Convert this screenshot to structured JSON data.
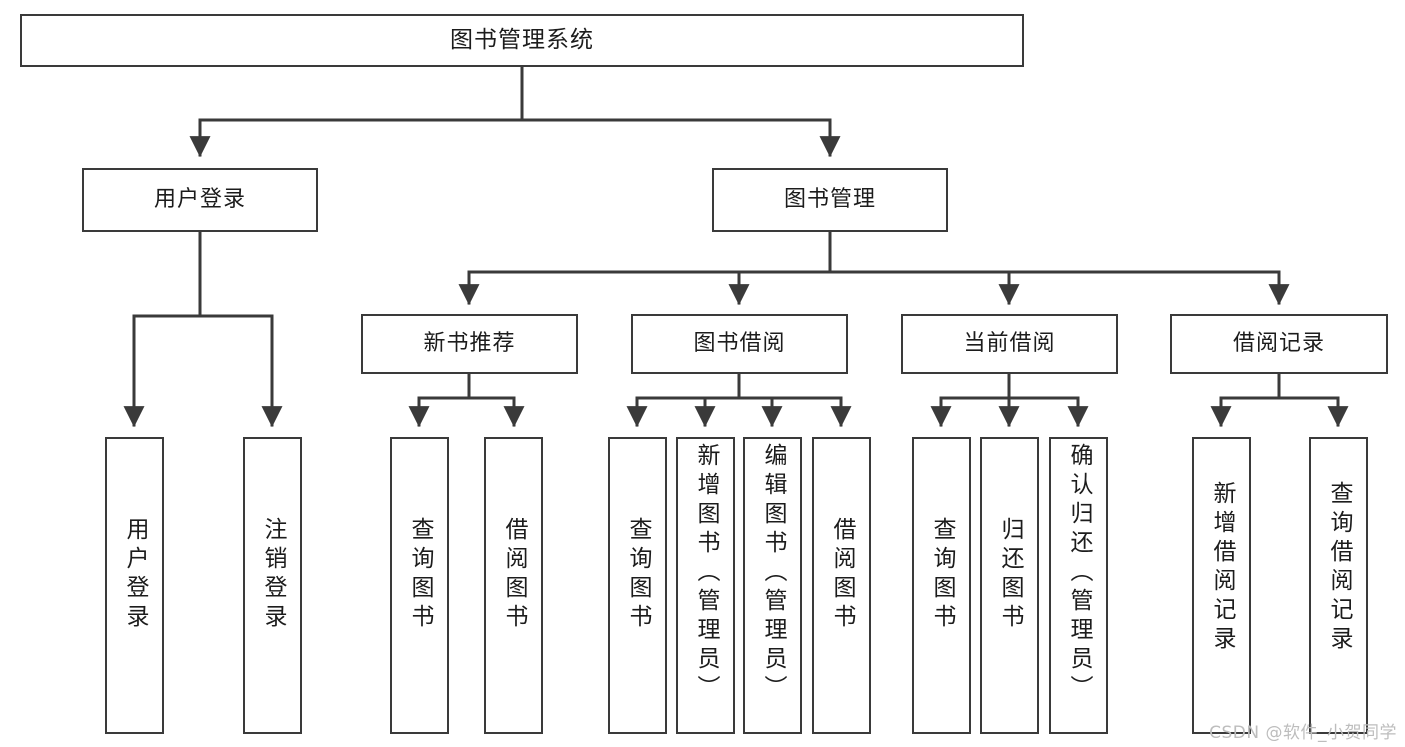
{
  "diagram": {
    "title": "图书管理系统",
    "type": "tree-hierarchy",
    "style": {
      "box_border_color": "#3a3a3a",
      "box_fill_color": "#ffffff",
      "connector_color": "#3a3a3a",
      "text_color": "#1c1c1c",
      "background": "#ffffff"
    },
    "root": {
      "label": "图书管理系统"
    },
    "level2": [
      {
        "id": "user-login",
        "label": "用户登录"
      },
      {
        "id": "book-manage",
        "label": "图书管理"
      }
    ],
    "level3": [
      {
        "id": "new-book-rec",
        "label": "新书推荐"
      },
      {
        "id": "book-borrow",
        "label": "图书借阅"
      },
      {
        "id": "current-borrow",
        "label": "当前借阅"
      },
      {
        "id": "borrow-record",
        "label": "借阅记录"
      }
    ],
    "leaves": {
      "user-login": [
        {
          "id": "leaf-user-login",
          "label": "用户登录"
        },
        {
          "id": "leaf-logout",
          "label": "注销登录"
        }
      ],
      "new-book-rec": [
        {
          "id": "leaf-query-book-1",
          "label": "查询图书"
        },
        {
          "id": "leaf-borrow-book-1",
          "label": "借阅图书"
        }
      ],
      "book-borrow": [
        {
          "id": "leaf-query-book-2",
          "label": "查询图书"
        },
        {
          "id": "leaf-add-book",
          "label": "新增图书（管理员）"
        },
        {
          "id": "leaf-edit-book",
          "label": "编辑图书（管理员）"
        },
        {
          "id": "leaf-borrow-book-2",
          "label": "借阅图书"
        }
      ],
      "current-borrow": [
        {
          "id": "leaf-query-book-3",
          "label": "查询图书"
        },
        {
          "id": "leaf-return-book",
          "label": "归还图书"
        },
        {
          "id": "leaf-confirm-return",
          "label": "确认归还（管理员）"
        }
      ],
      "borrow-record": [
        {
          "id": "leaf-add-record",
          "label": "新增借阅记录"
        },
        {
          "id": "leaf-query-record",
          "label": "查询借阅记录"
        }
      ]
    }
  },
  "watermark": {
    "text": "CSDN @软件_小贺同学"
  }
}
